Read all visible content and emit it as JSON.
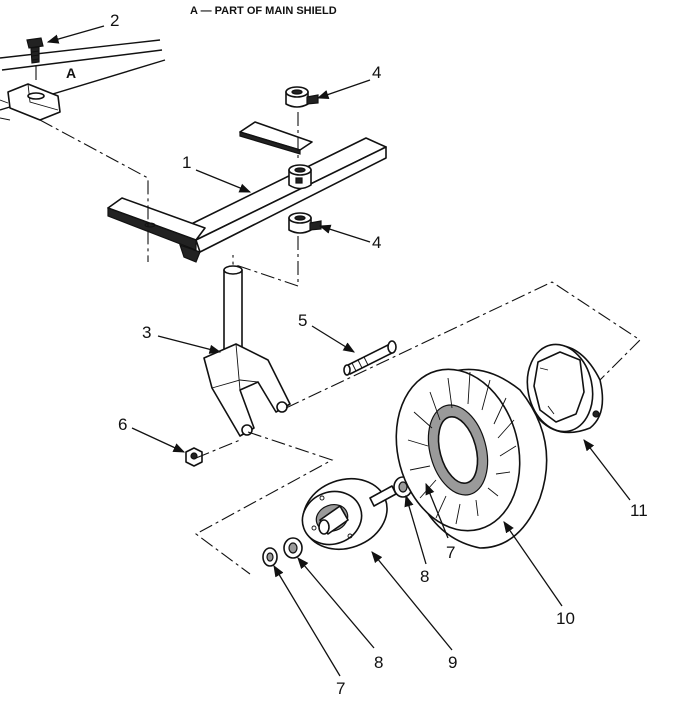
{
  "figure": {
    "title": "A — PART OF MAIN SHIELD",
    "reference_label": "A"
  },
  "callouts": {
    "c1": "1",
    "c2": "2",
    "c3": "3",
    "c4a": "4",
    "c4b": "4",
    "c5": "5",
    "c6": "6",
    "c7a": "7",
    "c7b": "7",
    "c8a": "8",
    "c8b": "8",
    "c9": "9",
    "c10": "10",
    "c11": "11"
  }
}
